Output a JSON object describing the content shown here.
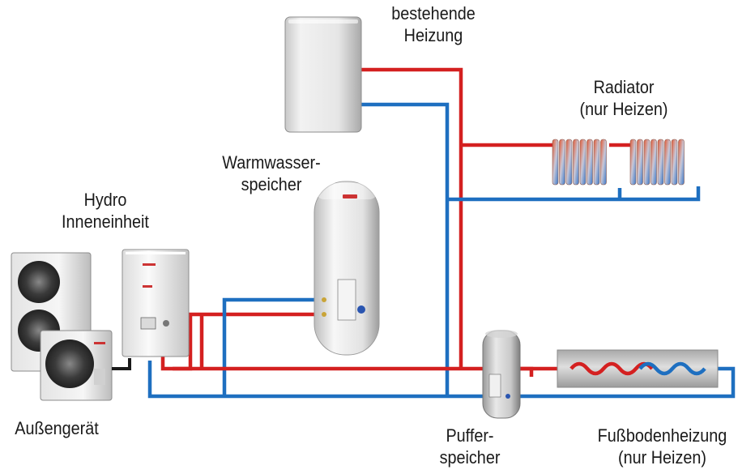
{
  "labels": {
    "existing_heating": [
      "bestehende",
      "Heizung"
    ],
    "radiator": [
      "Radiator",
      "(nur Heizen)"
    ],
    "hot_water_tank": [
      "Warmwasser-",
      "speicher"
    ],
    "hydro_unit": [
      "Hydro",
      "Inneneinheit"
    ],
    "outdoor_unit": [
      "Außengerät"
    ],
    "buffer_tank": [
      "Puffer-",
      "speicher"
    ],
    "underfloor": [
      "Fußbodenheizung",
      "(nur Heizen)"
    ]
  },
  "colors": {
    "supply_pipe": "#d42020",
    "return_pipe": "#1e6fc0",
    "cable": "#1a1a1a"
  }
}
